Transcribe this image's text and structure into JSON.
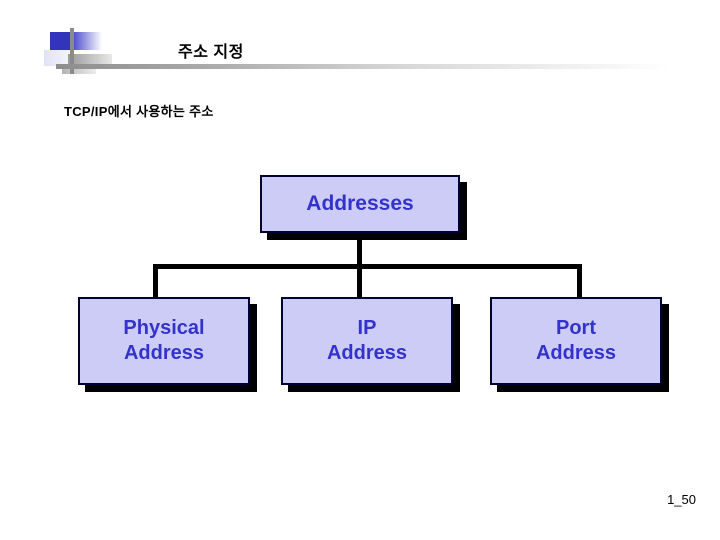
{
  "slide": {
    "title": "주소 지정",
    "subtitle": "TCP/IP에서 사용하는 주소",
    "page_number": "1_50",
    "colors": {
      "node_fill": "#ccccf7",
      "node_border": "#000033",
      "node_text": "#3333cc",
      "shadow": "#000000",
      "deco_blue": "#3333bb",
      "rule_gray": "#8d8d8d"
    }
  },
  "diagram": {
    "type": "tree",
    "root": {
      "label": "Addresses"
    },
    "children": [
      {
        "label": "Physical\nAddress",
        "line1": "Physical",
        "line2": "Address"
      },
      {
        "label": "IP\nAddress",
        "line1": "IP",
        "line2": "Address"
      },
      {
        "label": "Port\nAddress",
        "line1": "Port",
        "line2": "Address"
      }
    ]
  }
}
